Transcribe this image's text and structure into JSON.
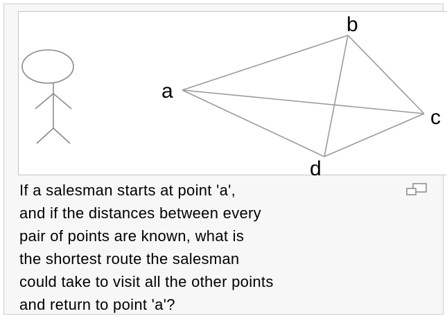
{
  "diagram": {
    "vertices": [
      {
        "id": "a",
        "label": "a"
      },
      {
        "id": "b",
        "label": "b"
      },
      {
        "id": "c",
        "label": "c"
      },
      {
        "id": "d",
        "label": "d"
      }
    ],
    "edges": [
      [
        "a",
        "b"
      ],
      [
        "a",
        "c"
      ],
      [
        "a",
        "d"
      ],
      [
        "b",
        "c"
      ],
      [
        "b",
        "d"
      ],
      [
        "c",
        "d"
      ]
    ],
    "colors": {
      "edge": "#9a9a9a",
      "figure": "#8a8a8a"
    }
  },
  "caption": {
    "lines": [
      "If a salesman starts at point 'a',",
      "and if the distances between every",
      "pair of points are known, what is",
      "the shortest route the salesman",
      "could take to visit all the other points",
      "and return to point 'a'?"
    ]
  },
  "enlarge_icon": "enlarge-icon"
}
